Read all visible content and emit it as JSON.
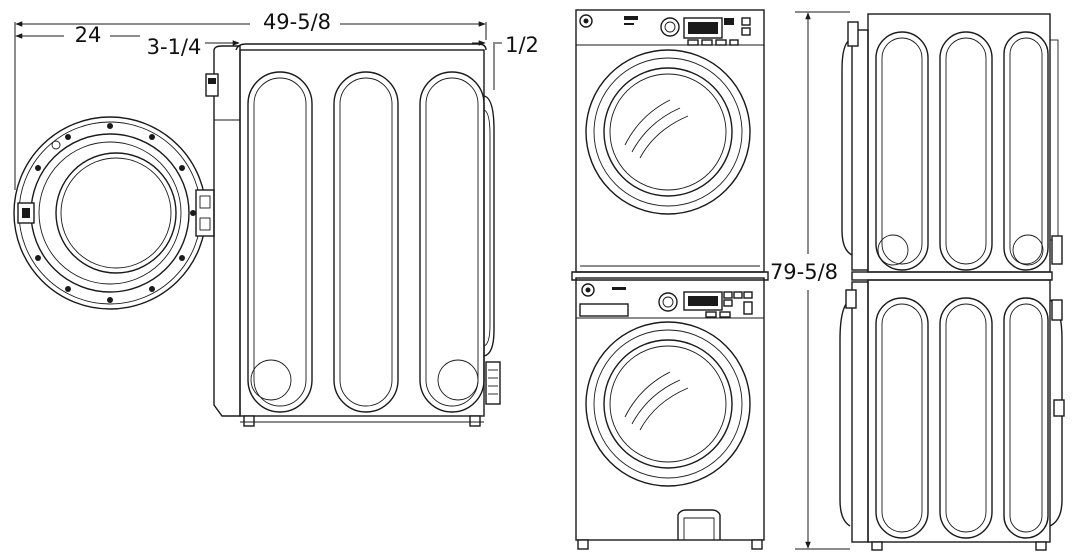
{
  "dimensions": {
    "depth_with_door_open": "24",
    "total_depth_door_open": "49-5/8",
    "door_offset": "3-1/4",
    "rear_clearance": "1/2",
    "stacked_height": "79-5/8"
  },
  "colors": {
    "line": "#1a1a1a",
    "background": "#ffffff"
  },
  "icons": [
    "ge-logo-icon"
  ]
}
